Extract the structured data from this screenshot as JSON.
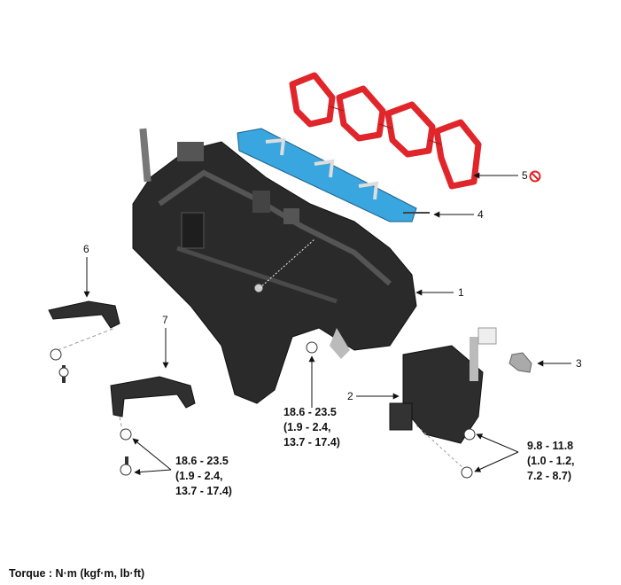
{
  "callouts": {
    "c1": "1",
    "c2": "2",
    "c3": "3",
    "c4": "4",
    "c5": "5",
    "c6": "6",
    "c7": "7"
  },
  "no_reuse_icon": "prohibited-icon",
  "torques": {
    "manifold": {
      "line1": "18.6 - 23.5",
      "line2": "(1.9 - 2.4,",
      "line3": "13.7 - 17.4)"
    },
    "bracket": {
      "line1": "18.6 - 23.5",
      "line2": "(1.9 - 2.4,",
      "line3": "13.7 - 17.4)"
    },
    "actuator": {
      "line1": "9.8 - 11.8",
      "line2": "(1.0 - 1.2,",
      "line3": "7.2 - 8.7)"
    }
  },
  "footer": "Torque : N·m (kgf·m, lb·ft)",
  "colors": {
    "gasket": "#e0262b",
    "injector_rail": "#3aa6e0",
    "manifold": "#2a2a2a"
  }
}
